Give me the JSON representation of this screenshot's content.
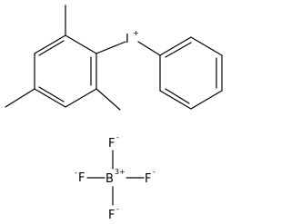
{
  "molecule": {
    "iodonium": {
      "symbol": "I",
      "charge": "+"
    },
    "boron": {
      "symbol": "B",
      "charge": "3+"
    },
    "fluorine": [
      {
        "symbol": "F",
        "charge": "-"
      },
      {
        "symbol": "F",
        "charge": "-"
      },
      {
        "symbol": "F",
        "charge": "-"
      },
      {
        "symbol": "F",
        "charge": "-"
      }
    ]
  },
  "colors": {
    "ink": "#000000",
    "background": "#ffffff"
  }
}
